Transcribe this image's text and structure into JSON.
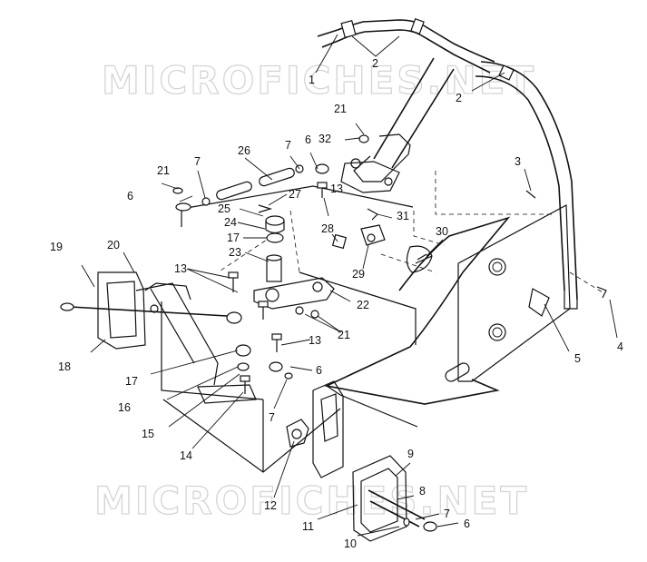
{
  "watermarks": [
    "MICROFICHES.NET",
    "MICROFICHES.NET"
  ],
  "callouts": [
    "1",
    "2",
    "2",
    "3",
    "4",
    "5",
    "6",
    "6",
    "6",
    "6",
    "7",
    "7",
    "7",
    "7",
    "8",
    "9",
    "10",
    "11",
    "12",
    "13",
    "13",
    "13",
    "14",
    "15",
    "16",
    "17",
    "17",
    "18",
    "19",
    "20",
    "21",
    "21",
    "21",
    "22",
    "23",
    "24",
    "25",
    "26",
    "27",
    "28",
    "29",
    "30",
    "31",
    "32"
  ]
}
